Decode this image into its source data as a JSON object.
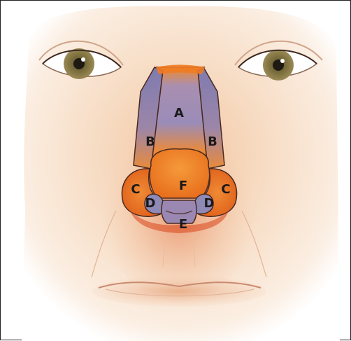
{
  "diagram": {
    "regions": [
      {
        "id": "A",
        "label": "A"
      },
      {
        "id": "B_left",
        "label": "B"
      },
      {
        "id": "B_right",
        "label": "B"
      },
      {
        "id": "C_left",
        "label": "C"
      },
      {
        "id": "C_right",
        "label": "C"
      },
      {
        "id": "D_left",
        "label": "D"
      },
      {
        "id": "D_right",
        "label": "D"
      },
      {
        "id": "E",
        "label": "E"
      },
      {
        "id": "F",
        "label": "F"
      }
    ],
    "colors": {
      "skin_light": "#fbeee0",
      "skin_mid": "#f2c9a6",
      "skin_warm": "#e9a57a",
      "orange": "#ef7b22",
      "orange_dark": "#d9581a",
      "purple": "#8c87b8",
      "iris": "#8a7a45",
      "outline": "#5a2b16"
    }
  }
}
